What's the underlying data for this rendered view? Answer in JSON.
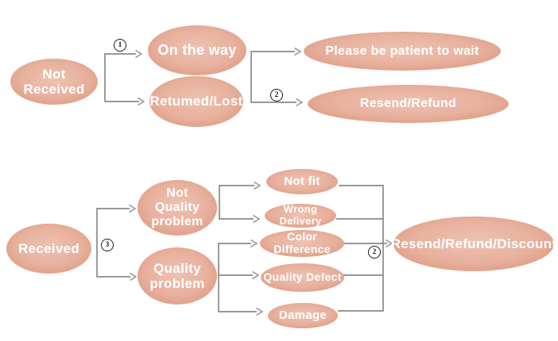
{
  "diagram": {
    "description": "After-sale decision flowchart",
    "colors": {
      "node_fill": "#e8b2a1",
      "node_fill_highlight": "#eec2b2",
      "node_text": "#ffffff",
      "connector": "#8a8a8a",
      "badge_ink": "#1b1b1b",
      "background": "#ffffff"
    },
    "flow1": {
      "nodes": {
        "not_received": "Not Received",
        "on_the_way": "On the way",
        "returned_lost": "Retumed/Lost",
        "please_wait": "Please be patient to wait",
        "resend_refund": "Resend/Refund"
      },
      "badges": {
        "b1": "1",
        "b2": "2"
      }
    },
    "flow2": {
      "nodes": {
        "received": "Received",
        "not_quality_problem": "Not Quality problem",
        "quality_problem": "Quality problem",
        "not_fit": "Not fit",
        "wrong_delivery": "Wrong Delivery",
        "color_difference": "Color Difference",
        "quality_defect": "Quality Defect",
        "damage": "Damage",
        "resend_refund_discount": "Resend/Refund/Discount"
      },
      "badges": {
        "b3": "3",
        "b2": "2"
      }
    }
  }
}
